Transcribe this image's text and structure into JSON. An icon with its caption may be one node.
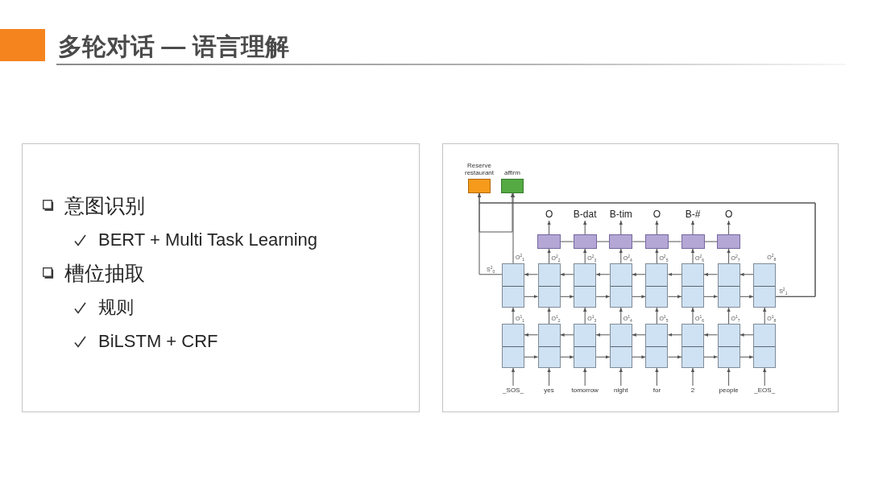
{
  "diagram": {
    "title": "多轮对话 — 语言理解",
    "nodes": [
      {
        "text": [
          "意图识别",
          "BERT + Multi Task Learning",
          "槽位抽取",
          "规则",
          "BiLSTM + CRF"
        ]
      },
      {
        "text": [],
        "shape": "box"
      },
      {
        "text": [
          "Reserve restaurant"
        ],
        "in": 1
      },
      {
        "text": [
          "affirm"
        ],
        "in": 1
      },
      {
        "text": [
          "O"
        ],
        "in": 1
      },
      {
        "text": [
          "B-dat"
        ],
        "in": 1
      },
      {
        "text": [
          "B-tim"
        ],
        "in": 1
      },
      {
        "text": [
          "O"
        ],
        "in": 1
      },
      {
        "text": [
          "B-#"
        ],
        "in": 1
      },
      {
        "text": [
          "O"
        ],
        "in": 1
      },
      {
        "text": [],
        "shape": "box",
        "in": 1
      },
      {
        "text": [],
        "shape": "box",
        "in": 1
      },
      {
        "text": [],
        "shape": "box",
        "in": 1
      },
      {
        "text": [],
        "shape": "box",
        "in": 1
      },
      {
        "text": [],
        "shape": "box",
        "in": 1
      },
      {
        "text": [],
        "shape": "box",
        "in": 1
      },
      {
        "text": [],
        "shape": "box",
        "in": 1,
        "beside": [
          "O$^{2}$$_{1}$"
        ]
      },
      {
        "text": [],
        "shape": "box",
        "in": 1
      },
      {
        "text": [],
        "shape": "box",
        "in": 1
      },
      {
        "text": [],
        "shape": "box",
        "in": 1
      },
      {
        "text": [],
        "shape": "box",
        "in": 1
      },
      {
        "text": [],
        "shape": "box",
        "in": 1
      },
      {
        "text": [],
        "shape": "box",
        "in": 1
      },
      {
        "text": [],
        "shape": "box",
        "in": 1,
        "beside": [
          "O$^{2}$$_{8}$"
        ]
      },
      {
        "text": [],
        "shape": "box",
        "in": 1
      },
      {
        "text": [],
        "shape": "box",
        "in": 1
      },
      {
        "text": [],
        "shape": "box",
        "in": 1
      },
      {
        "text": [],
        "shape": "box",
        "in": 1
      },
      {
        "text": [],
        "shape": "box",
        "in": 1
      },
      {
        "text": [],
        "shape": "box",
        "in": 1
      },
      {
        "text": [],
        "shape": "box",
        "in": 1
      },
      {
        "text": [],
        "shape": "box",
        "in": 1
      },
      {
        "text": [
          "_SOS_"
        ],
        "in": 1
      },
      {
        "text": [
          "yes"
        ],
        "in": 1
      },
      {
        "text": [
          "tomorrow"
        ],
        "in": 1
      },
      {
        "text": [
          "night"
        ],
        "in": 1
      },
      {
        "text": [
          "for"
        ],
        "in": 1
      },
      {
        "text": [
          "2"
        ],
        "in": 1
      },
      {
        "text": [
          "people"
        ],
        "in": 1
      },
      {
        "text": [
          "_EOS_"
        ],
        "in": 1
      }
    ],
    "edges": [
      {
        "from": 16,
        "to": 2,
        "arrow": "to",
        "label": "S$^{2}$$_{0}$"
      },
      {
        "from": 16,
        "to": 3,
        "arrow": "to"
      },
      {
        "from": 23,
        "to": 2,
        "arrow": "to",
        "label": "S$^{2}$$_{1}$"
      },
      {
        "from": 23,
        "to": 3,
        "arrow": "to"
      },
      {
        "from": 10,
        "to": 4,
        "arrow": "to"
      },
      {
        "from": 11,
        "to": 5,
        "arrow": "to"
      },
      {
        "from": 12,
        "to": 6,
        "arrow": "to"
      },
      {
        "from": 13,
        "to": 7,
        "arrow": "to"
      },
      {
        "from": 14,
        "to": 8,
        "arrow": "to"
      },
      {
        "from": 15,
        "to": 9,
        "arrow": "to"
      },
      {
        "from": 10,
        "to": 11,
        "arrow": "none"
      },
      {
        "from": 11,
        "to": 12,
        "arrow": "none"
      },
      {
        "from": 12,
        "to": 13,
        "arrow": "none"
      },
      {
        "from": 13,
        "to": 14,
        "arrow": "none"
      },
      {
        "from": 14,
        "to": 15,
        "arrow": "none"
      },
      {
        "from": 17,
        "to": 10,
        "arrow": "to",
        "label": "O$^{2}$$_{2}$"
      },
      {
        "from": 18,
        "to": 11,
        "arrow": "to",
        "label": "O$^{2}$$_{3}$"
      },
      {
        "from": 19,
        "to": 12,
        "arrow": "to",
        "label": "O$^{2}$$_{4}$"
      },
      {
        "from": 20,
        "to": 13,
        "arrow": "to",
        "label": "O$^{2}$$_{5}$"
      },
      {
        "from": 21,
        "to": 14,
        "arrow": "to",
        "label": "O$^{2}$$_{6}$"
      },
      {
        "from": 22,
        "to": 15,
        "arrow": "to",
        "label": "O$^{2}$$_{7}$"
      },
      {
        "from": 17,
        "to": 16,
        "arrow": "to"
      },
      {
        "from": 18,
        "to": 17,
        "arrow": "to"
      },
      {
        "from": 19,
        "to": 18,
        "arrow": "to"
      },
      {
        "from": 20,
        "to": 19,
        "arrow": "to"
      },
      {
        "from": 21,
        "to": 20,
        "arrow": "to"
      },
      {
        "from": 22,
        "to": 21,
        "arrow": "to"
      },
      {
        "from": 23,
        "to": 22,
        "arrow": "to"
      },
      {
        "from": 16,
        "to": 17,
        "arrow": "to"
      },
      {
        "from": 17,
        "to": 18,
        "arrow": "to"
      },
      {
        "from": 18,
        "to": 19,
        "arrow": "to"
      },
      {
        "from": 19,
        "to": 20,
        "arrow": "to"
      },
      {
        "from": 20,
        "to": 21,
        "arrow": "to"
      },
      {
        "from": 21,
        "to": 22,
        "arrow": "to"
      },
      {
        "from": 22,
        "to": 23,
        "arrow": "to"
      },
      {
        "from": 24,
        "to": 16,
        "arrow": "to",
        "label": "O$^{1}$$_{1}$"
      },
      {
        "from": 25,
        "to": 17,
        "arrow": "to",
        "label": "O$^{1}$$_{2}$"
      },
      {
        "from": 26,
        "to": 18,
        "arrow": "to",
        "label": "O$^{1}$$_{3}$"
      },
      {
        "from": 27,
        "to": 19,
        "arrow": "to",
        "label": "O$^{1}$$_{4}$"
      },
      {
        "from": 28,
        "to": 20,
        "arrow": "to",
        "label": "O$^{1}$$_{5}$"
      },
      {
        "from": 29,
        "to": 21,
        "arrow": "to",
        "label": "O$^{1}$$_{6}$"
      },
      {
        "from": 30,
        "to": 22,
        "arrow": "to",
        "label": "O$^{1}$$_{7}$"
      },
      {
        "from": 31,
        "to": 23,
        "arrow": "to",
        "label": "O$^{1}$$_{8}$"
      },
      {
        "from": 25,
        "to": 24,
        "arrow": "to"
      },
      {
        "from": 26,
        "to": 25,
        "arrow": "to"
      },
      {
        "from": 27,
        "to": 26,
        "arrow": "to"
      },
      {
        "from": 28,
        "to": 27,
        "arrow": "to"
      },
      {
        "from": 29,
        "to": 28,
        "arrow": "to"
      },
      {
        "from": 30,
        "to": 29,
        "arrow": "to"
      },
      {
        "from": 31,
        "to": 30,
        "arrow": "to"
      },
      {
        "from": 24,
        "to": 25,
        "arrow": "to"
      },
      {
        "from": 25,
        "to": 26,
        "arrow": "to"
      },
      {
        "from": 26,
        "to": 27,
        "arrow": "to"
      },
      {
        "from": 27,
        "to": 28,
        "arrow": "to"
      },
      {
        "from": 28,
        "to": 29,
        "arrow": "to"
      },
      {
        "from": 29,
        "to": 30,
        "arrow": "to"
      },
      {
        "from": 30,
        "to": 31,
        "arrow": "to"
      },
      {
        "from": 32,
        "to": 24,
        "arrow": "to"
      },
      {
        "from": 33,
        "to": 25,
        "arrow": "to"
      },
      {
        "from": 34,
        "to": 26,
        "arrow": "to"
      },
      {
        "from": 35,
        "to": 27,
        "arrow": "to"
      },
      {
        "from": 36,
        "to": 28,
        "arrow": "to"
      },
      {
        "from": 37,
        "to": 29,
        "arrow": "to"
      },
      {
        "from": 38,
        "to": 30,
        "arrow": "to"
      },
      {
        "from": 39,
        "to": 31,
        "arrow": "to"
      }
    ]
  }
}
